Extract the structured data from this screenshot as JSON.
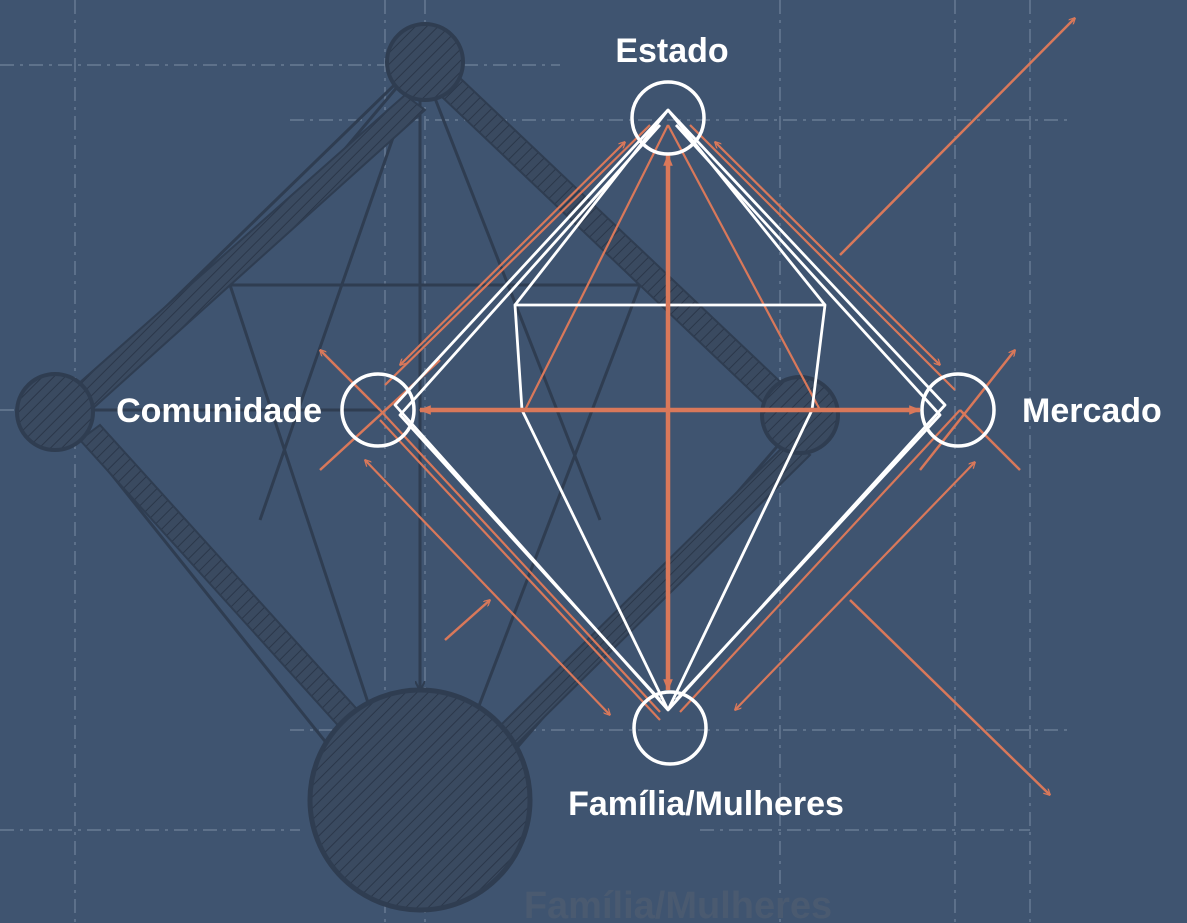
{
  "diagram": {
    "title": "",
    "nodes": {
      "top": "Estado",
      "left": "Comunidade",
      "right": "Mercado",
      "bottom": "Família/Mulheres"
    },
    "ghost_label": "Família/Mulheres"
  },
  "colors": {
    "background": "#3f5470",
    "main_lines": "#ffffff",
    "arrows": "#d9785a",
    "ghost": "#2f3d51",
    "ghost_fill": "#3a4a60",
    "guides": "#7e8fa6",
    "ghost_text": "#4a5a70"
  }
}
